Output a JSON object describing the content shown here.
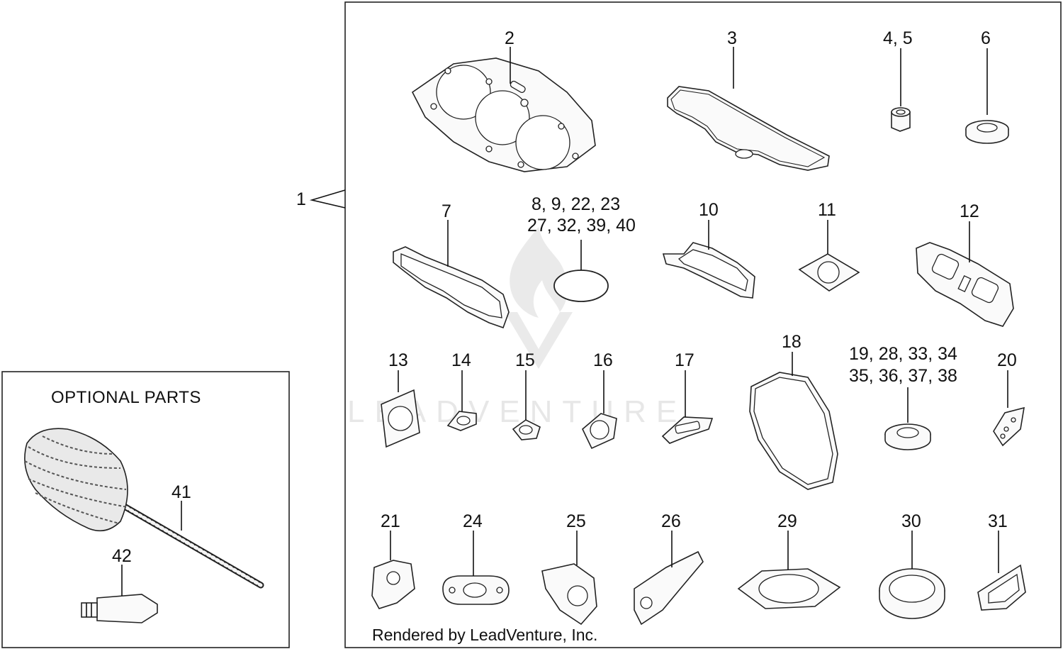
{
  "optional_parts_title": "OPTIONAL  PARTS",
  "footer_credit": "Rendered by LeadVenture, Inc.",
  "watermark_text": "LEADVENTURE",
  "callouts": {
    "c1": "1",
    "c2": "2",
    "c3": "3",
    "c4_5": "4, 5",
    "c6": "6",
    "c7": "7",
    "c8_line1": "8,  9,  22, 23",
    "c8_line2": "27, 32, 39, 40",
    "c10": "10",
    "c11": "11",
    "c12": "12",
    "c13": "13",
    "c14": "14",
    "c15": "15",
    "c16": "16",
    "c17": "17",
    "c18": "18",
    "c19_line1": "19,  28, 33,  34",
    "c19_line2": "35, 36, 37,  38",
    "c20": "20",
    "c21": "21",
    "c24": "24",
    "c25": "25",
    "c26": "26",
    "c29": "29",
    "c30": "30",
    "c31": "31",
    "c41": "41",
    "c42": "42"
  }
}
